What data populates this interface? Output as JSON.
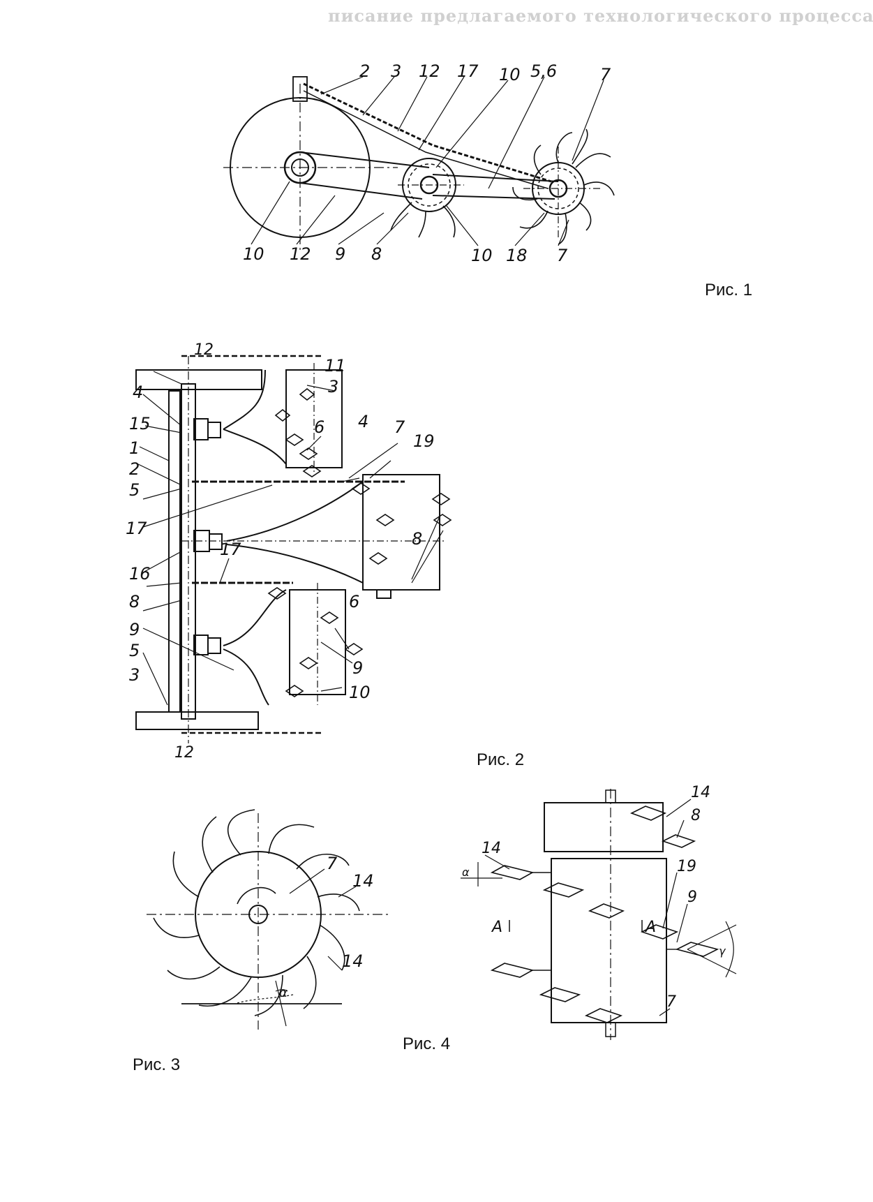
{
  "header": {
    "title": "писание предлагаемого технологического процесса"
  },
  "figures": {
    "fig1": {
      "caption": "Рис. 1",
      "callouts_top": [
        "2",
        "3",
        "12",
        "17",
        "10",
        "5,6",
        "7"
      ],
      "callouts_bottom": [
        "10",
        "12",
        "9",
        "8",
        "10",
        "18",
        "7"
      ]
    },
    "fig2": {
      "caption": "Рис. 2",
      "labels": [
        "12",
        "4",
        "15",
        "1",
        "2",
        "5",
        "17",
        "16",
        "8",
        "9",
        "5",
        "3",
        "12",
        "11",
        "3",
        "4",
        "6",
        "7",
        "19",
        "8",
        "17",
        "6",
        "9",
        "10"
      ]
    },
    "fig3": {
      "caption": "Рис. 3",
      "labels": [
        "7",
        "14",
        "14",
        "α"
      ]
    },
    "fig4": {
      "caption": "Рис. 4",
      "labels": [
        "14",
        "8",
        "14",
        "α",
        "A",
        "19",
        "A",
        "9",
        "γ",
        "7"
      ]
    }
  }
}
